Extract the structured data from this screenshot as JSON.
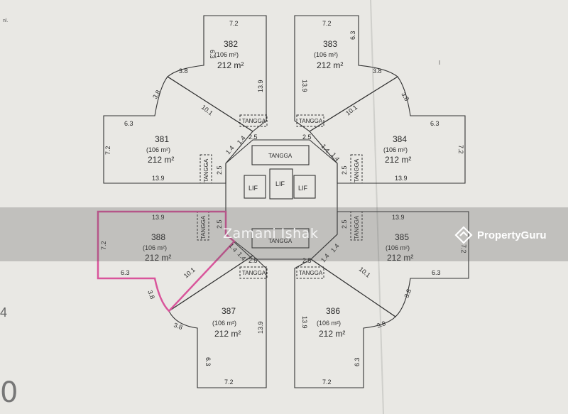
{
  "units": [
    {
      "id": "382",
      "area_small": "(106 m²)",
      "area_large": "212 m²"
    },
    {
      "id": "383",
      "area_small": "(106 m²)",
      "area_large": "212 m²"
    },
    {
      "id": "381",
      "area_small": "(106 m²)",
      "area_large": "212 m²"
    },
    {
      "id": "384",
      "area_small": "(106 m²)",
      "area_large": "212 m²"
    },
    {
      "id": "388",
      "area_small": "(106 m²)",
      "area_large": "212 m²"
    },
    {
      "id": "385",
      "area_small": "(106 m²)",
      "area_large": "212 m²"
    },
    {
      "id": "387",
      "area_small": "(106 m²)",
      "area_large": "212 m²"
    },
    {
      "id": "386",
      "area_small": "(106 m²)",
      "area_large": "212 m²"
    }
  ],
  "core": {
    "stair_label": "TANGGA",
    "lift_label": "LIF"
  },
  "dims": {
    "d72": "7.2",
    "d63": "6.3",
    "d139": "13.9",
    "d38": "3.8",
    "d101": "10.1",
    "d25": "2.5",
    "d14": "1.4"
  },
  "highlight": {
    "unit": "388",
    "color": "#d9559b"
  },
  "watermark": {
    "name": "Zamani Ishak",
    "brand": "PropertyGuru"
  },
  "edge_text": {
    "top_left": "nl.",
    "mark": "I",
    "left_digit": "4",
    "bottom_digit": "0"
  }
}
